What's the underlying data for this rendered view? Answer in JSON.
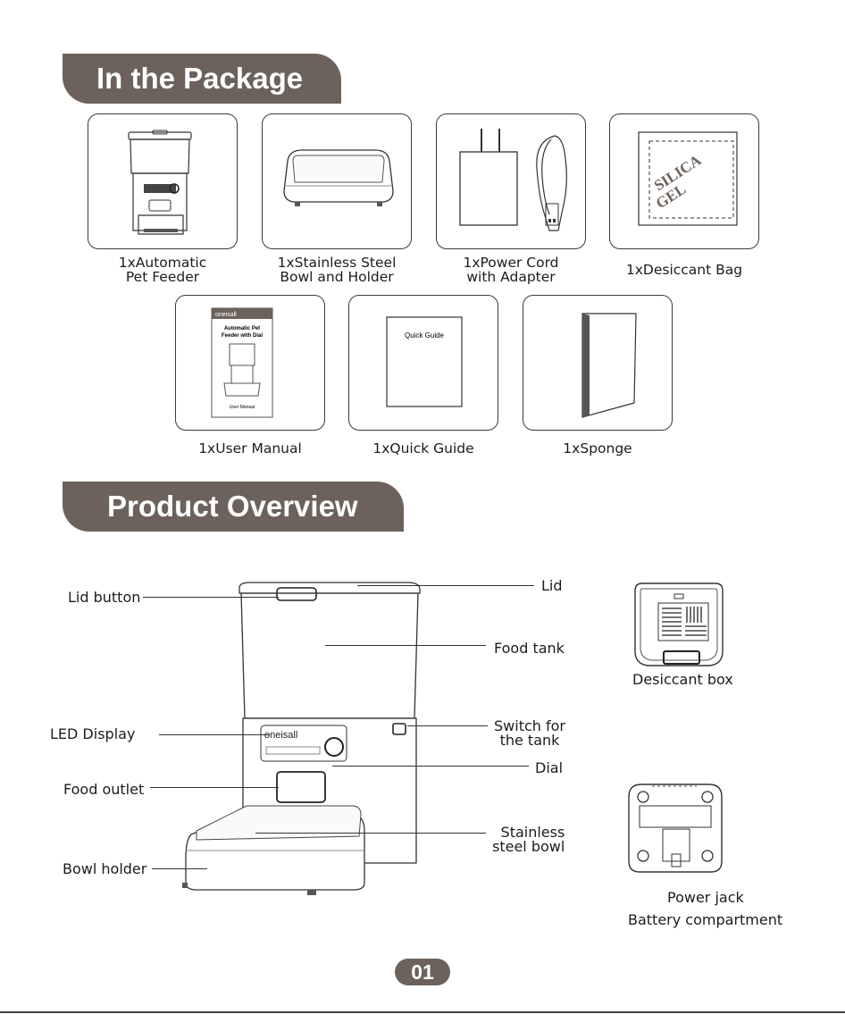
{
  "sections": {
    "package_title": "In the Package",
    "overview_title": "Product Overview"
  },
  "package_items": [
    {
      "line1": "1xAutomatic",
      "line2": "Pet Feeder"
    },
    {
      "line1": "1xStainless Steel",
      "line2": "Bowl and Holder"
    },
    {
      "line1": "1xPower Cord",
      "line2": "with Adapter"
    },
    {
      "line1": "1xDesiccant Bag"
    },
    {
      "line1": "1xUser Manual"
    },
    {
      "line1": "1xQuick Guide"
    },
    {
      "line1": "1xSponge"
    }
  ],
  "package_art": {
    "silica_line1": "SILICA",
    "silica_line2": "GEL",
    "manual_brand": "oneisall",
    "manual_title_line1": "Automatic Pet",
    "manual_title_line2": "Feeder with Dial",
    "manual_footer": "User Manual",
    "quick_guide_title": "Quick Guide"
  },
  "overview": {
    "device_brand": "oneisall",
    "callouts_left": {
      "lid_button": "Lid button",
      "led_display": "LED Display",
      "food_outlet": "Food outlet",
      "bowl_holder": "Bowl holder"
    },
    "callouts_right": {
      "lid": "Lid",
      "food_tank": "Food tank",
      "switch_line1": "Switch for",
      "switch_line2": "the tank",
      "dial": "Dial",
      "bowl_line1": "Stainless",
      "bowl_line2": "steel bowl"
    },
    "side_views": {
      "desiccant_box": "Desiccant box",
      "power_jack": "Power jack",
      "battery_compartment": "Battery compartment"
    }
  },
  "page_number": "01"
}
